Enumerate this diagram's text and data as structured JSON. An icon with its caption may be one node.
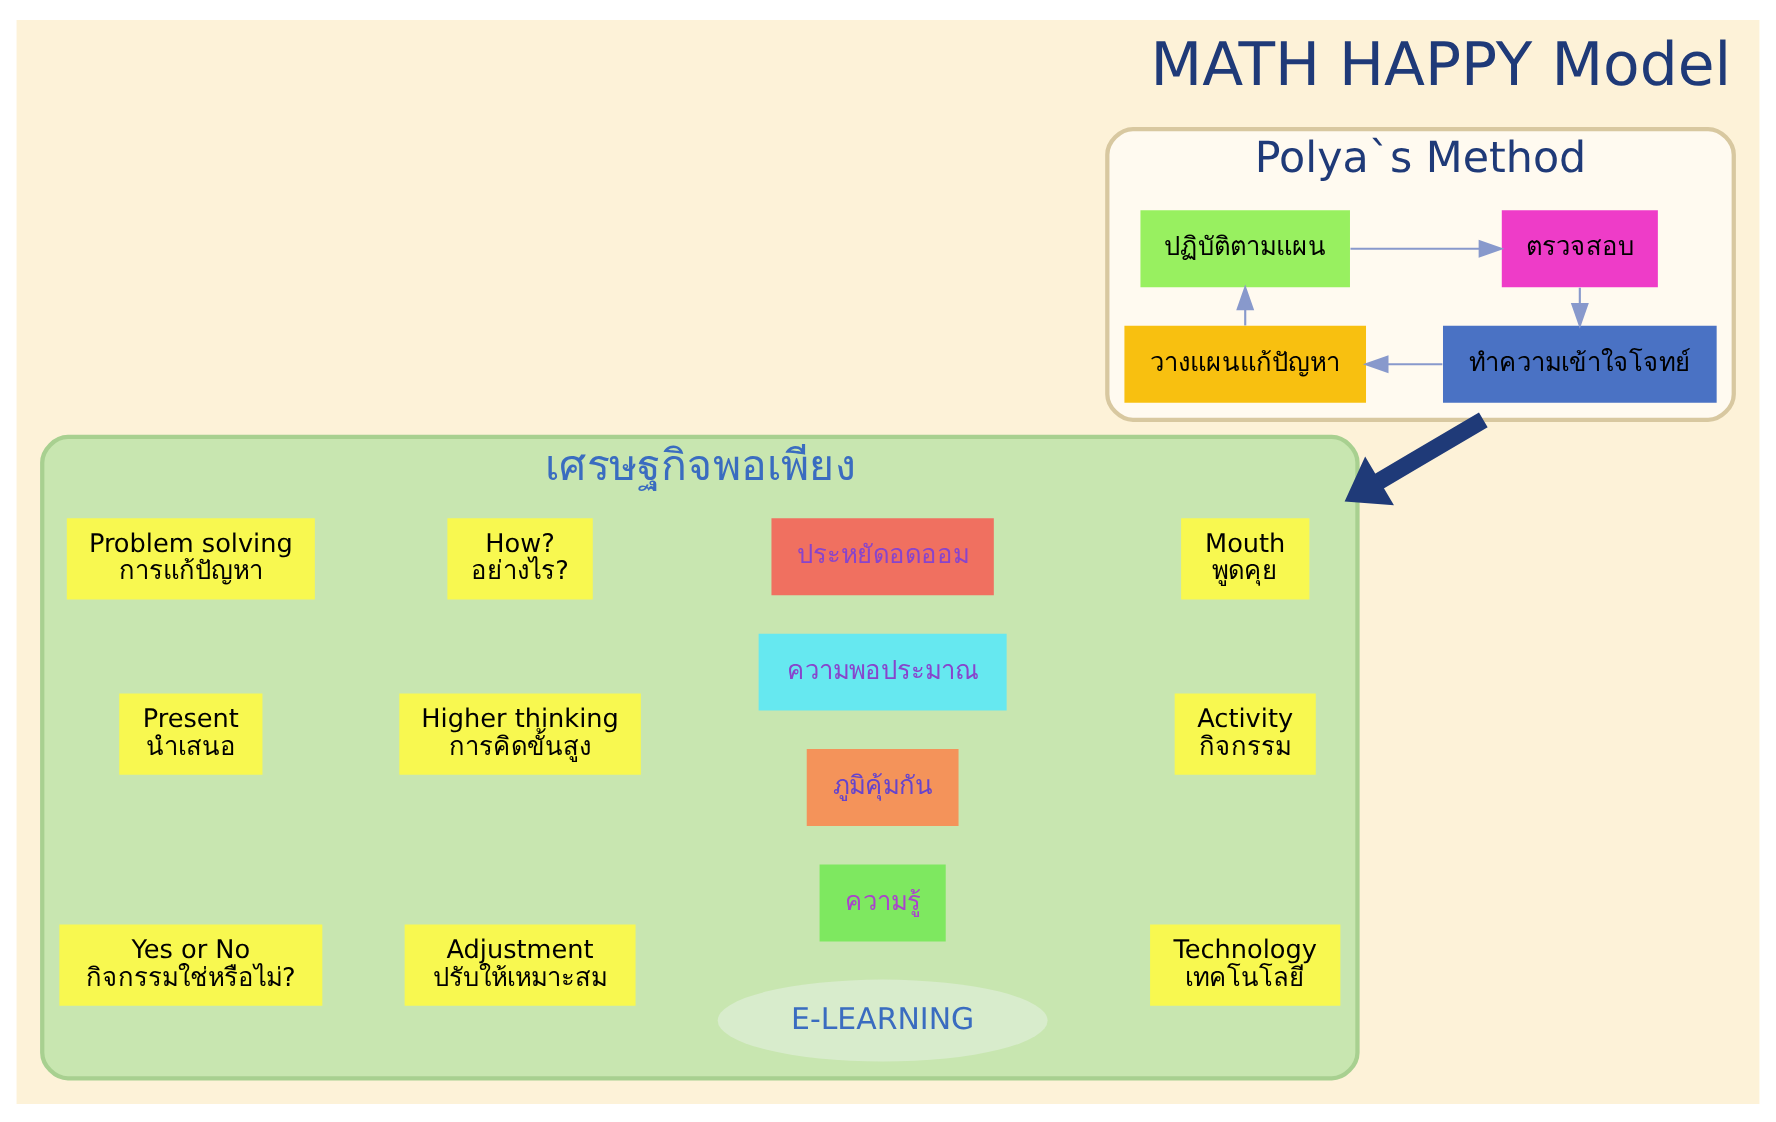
{
  "diagram": {
    "title": "MATH HAPPY Model",
    "nodes": [
      {
        "text": [
          "เศรษฐกิจพอเพียง"
        ]
      },
      {
        "text": [
          "Mouth",
          "พูดคุย"
        ],
        "in": 0
      },
      {
        "text": [
          "Activity",
          "กิจกรรม"
        ],
        "in": 0
      },
      {
        "text": [
          "Technology",
          "เทคโนโลยี"
        ],
        "in": 0
      },
      {
        "text": [
          "How?",
          "อย่างไร?"
        ],
        "in": 0
      },
      {
        "text": [
          "Higher thinking",
          "การคิดขั้นสูง"
        ],
        "in": 0
      },
      {
        "text": [
          "Adjustment",
          "ปรับให้เหมาะสม"
        ],
        "in": 0
      },
      {
        "text": [
          "Problem solving",
          "การแก้ปัญหา"
        ],
        "in": 0
      },
      {
        "text": [
          "Present",
          "นำเสนอ"
        ],
        "in": 0
      },
      {
        "text": [
          "Yes or No",
          "กิจกรรมใช่หรือไม่?"
        ],
        "in": 0
      },
      {
        "text": [
          "ประหยัดอดออม"
        ],
        "in": 0
      },
      {
        "text": [
          "ความพอประมาณ"
        ],
        "in": 0
      },
      {
        "text": [
          "ภูมิคุ้มกัน"
        ],
        "in": 0
      },
      {
        "text": [
          "ความรู้"
        ],
        "in": 0
      },
      {
        "text": [
          "E-LEARNING"
        ],
        "in": 0
      },
      {
        "text": [
          "Polya`s Method"
        ]
      },
      {
        "text": [
          "ทำความเข้าใจโจทย์"
        ],
        "in": 15
      },
      {
        "text": [
          "วางแผนแก้ปัญหา"
        ],
        "in": 15
      },
      {
        "text": [
          "ตรวจสอบ"
        ],
        "in": 15
      },
      {
        "text": [
          "ปฏิบัติตามแผน"
        ],
        "in": 15
      }
    ],
    "edges": [
      {
        "from": 15,
        "to": 0,
        "arrow": "to",
        "style": "thick",
        "color": "#1f3a78"
      },
      {
        "from": 16,
        "to": 17,
        "arrow": "to"
      },
      {
        "from": 17,
        "to": 19,
        "arrow": "to"
      },
      {
        "from": 19,
        "to": 18,
        "arrow": "to"
      },
      {
        "from": 18,
        "to": 16,
        "arrow": "to"
      }
    ]
  }
}
